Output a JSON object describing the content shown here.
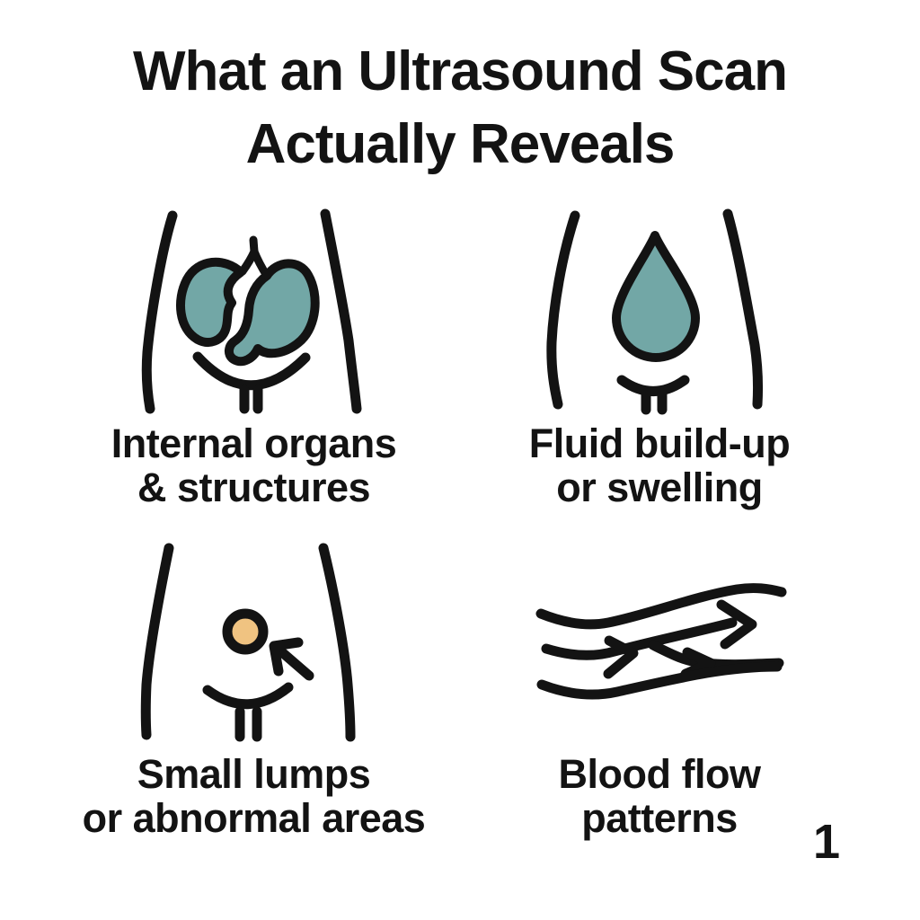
{
  "infographic": {
    "title_line1": "What an Ultrasound Scan",
    "title_line2": "Actually Reveals",
    "page_number": "1"
  },
  "colors": {
    "teal": "#72a7a6",
    "orange": "#f0c381",
    "ink": "#131313",
    "background": "#ffffff"
  },
  "items": [
    {
      "icon": "torso-internal-organs-icon",
      "label_line1": "Internal organs",
      "label_line2": "& structures"
    },
    {
      "icon": "torso-fluid-droplet-icon",
      "label_line1": "Fluid build-up",
      "label_line2": "or swelling"
    },
    {
      "icon": "torso-lump-arrow-icon",
      "label_line1": "Small lumps",
      "label_line2": "or abnormal areas"
    },
    {
      "icon": "blood-flow-lines-icon",
      "label_line1": "Blood flow",
      "label_line2": "patterns"
    }
  ]
}
